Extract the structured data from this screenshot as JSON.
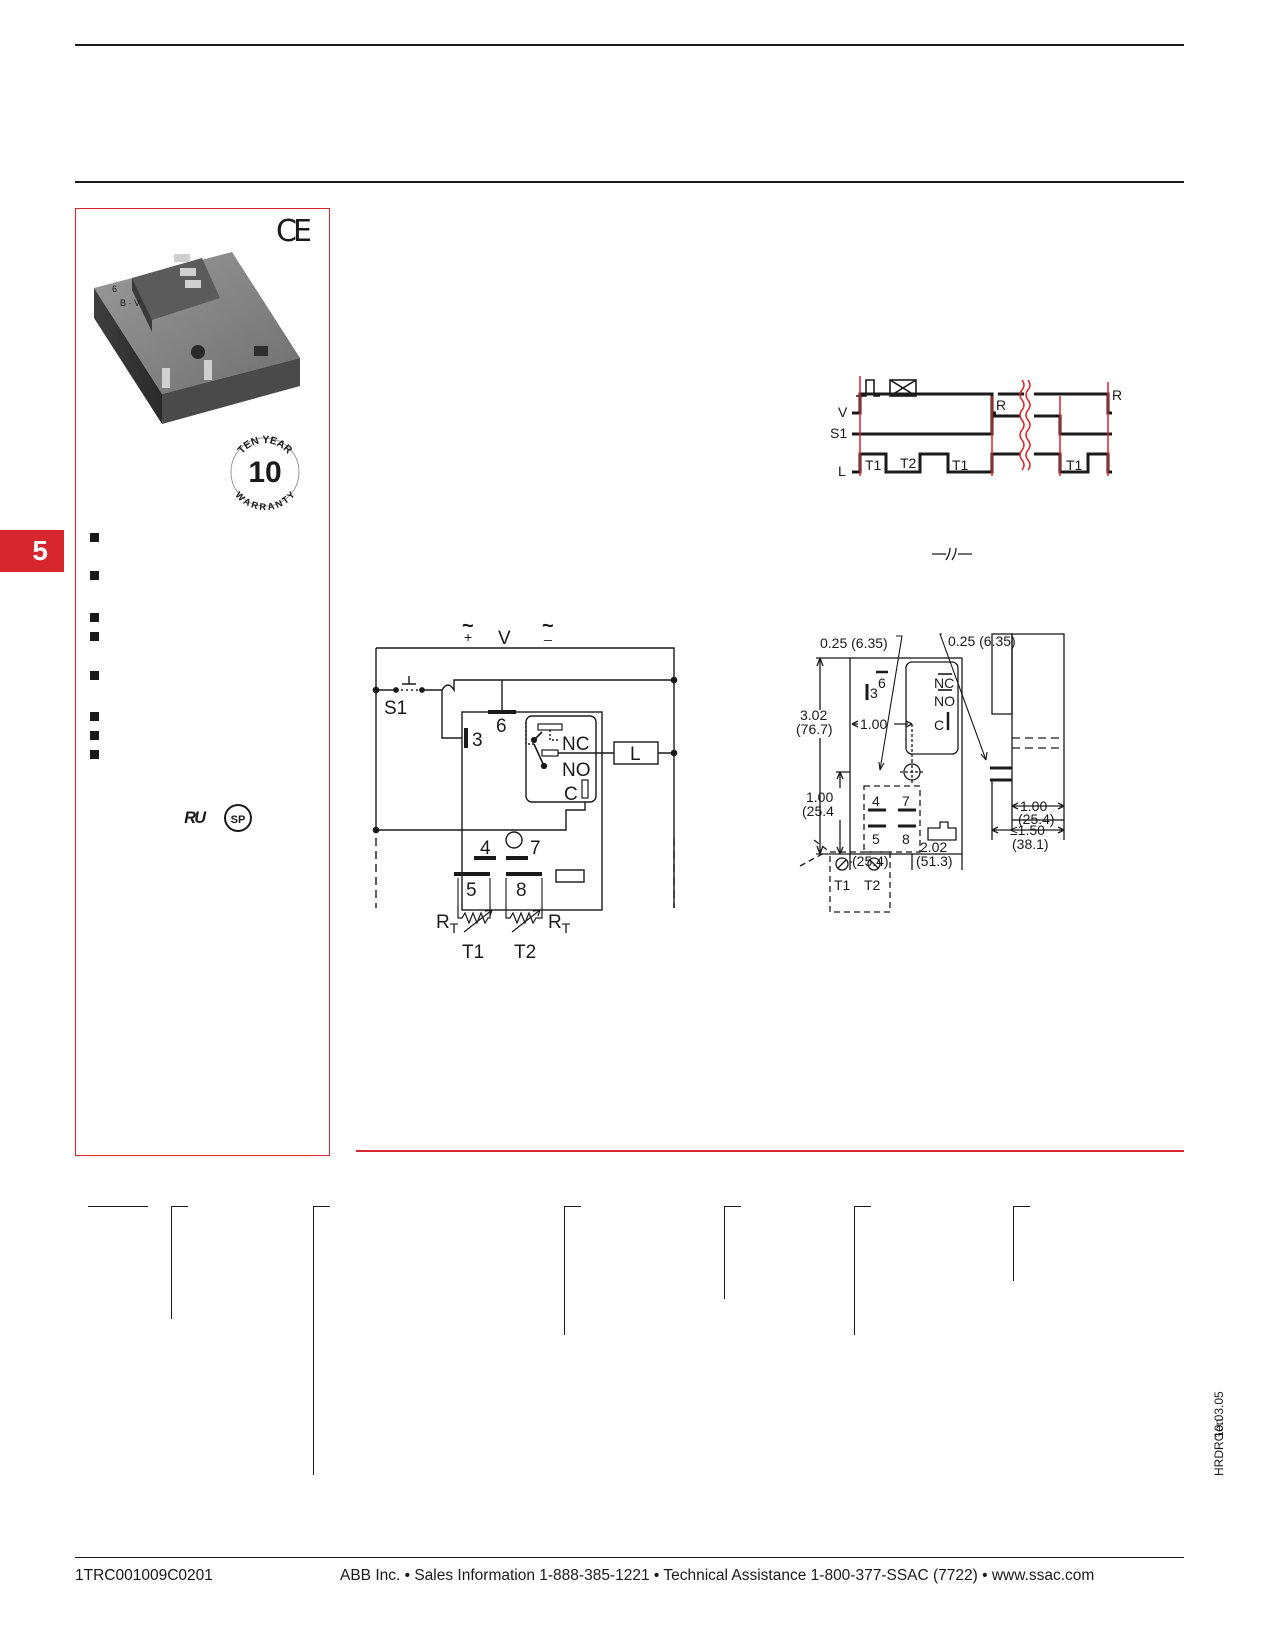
{
  "page": {
    "section_tab": "5",
    "ce_mark": "CE",
    "cert_ul": "ᴿᵁ",
    "cert_csa": "SP"
  },
  "warranty": {
    "top": "TEN YEAR",
    "number": "10",
    "bottom": "WARRANTY"
  },
  "timing": {
    "labels": {
      "v": "V",
      "s1": "S1",
      "l": "L",
      "r": "R",
      "t1": "T1",
      "t2": "T2"
    }
  },
  "wiring": {
    "labels": {
      "v": "V",
      "plus": "+",
      "minus": "_",
      "s1": "S1",
      "pin3": "3",
      "pin6": "6",
      "pin4": "4",
      "pin7": "7",
      "pin5": "5",
      "pin8": "8",
      "nc": "NC",
      "no": "NO",
      "c": "C",
      "load": "L",
      "rt": "R",
      "rt_sub": "T",
      "t1": "T1",
      "t2": "T2"
    }
  },
  "dimensions": {
    "labels": {
      "top_left": "0.25 (6.35)",
      "top_right": "0.25 (6.35)",
      "height_in": "3.02",
      "height_mm": "(76.7)",
      "offset": "1.00",
      "pin_height_in": "1.00",
      "pin_height_mm": "(25.4",
      "pin3": "3",
      "pin6": "6",
      "pin4": "4",
      "pin7": "7",
      "pin5": "5",
      "pin8": "8",
      "nc": "NC",
      "no": "NO",
      "c": "C",
      "bottom_left_mm": "(25.4)",
      "width_in": "2.02",
      "width_mm": "(51.3)",
      "side_depth_in": "1.00",
      "side_depth_mm": "(25.4)",
      "side_total_in": "≤1.50",
      "side_total_mm": "(38.1)",
      "knob_t1": "T1",
      "knob_t2": "T2"
    }
  },
  "side_codes": {
    "code": "HRDRGen",
    "date": "10.03.05"
  },
  "footer": {
    "doc_number": "1TRC001009C0201",
    "contact": "ABB Inc.  •  Sales Information 1-888-385-1221  •  Technical Assistance 1-800-377-SSAC (7722)  •  www.ssac.com"
  }
}
